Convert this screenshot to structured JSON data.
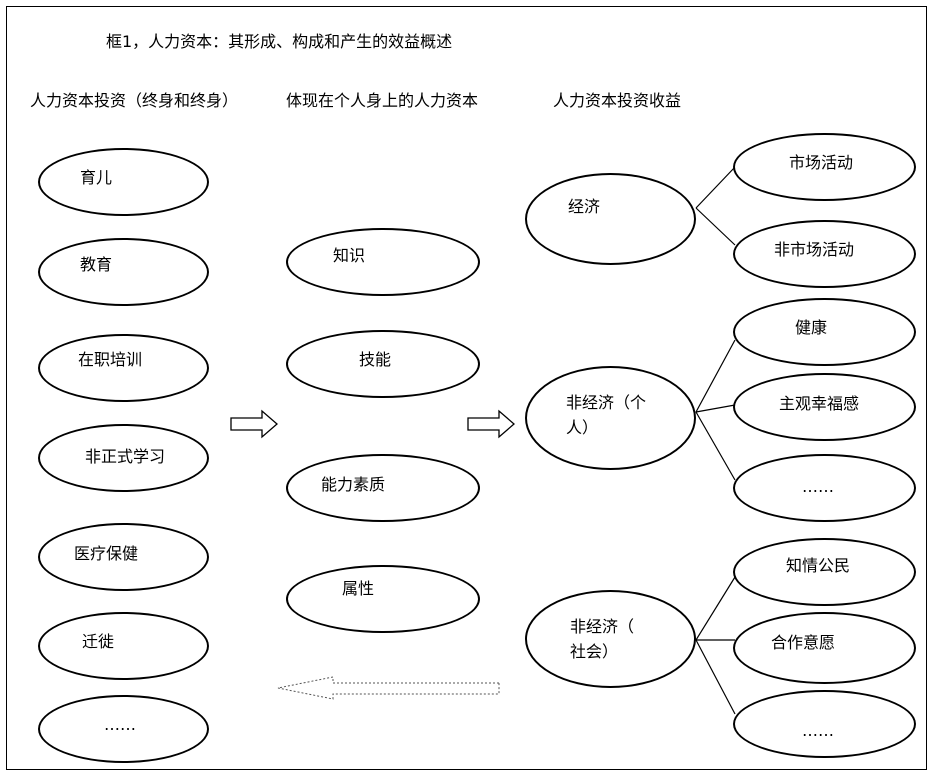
{
  "title": "框1，人力资本：其形成、构成和产生的效益概述",
  "columns": {
    "investment": "人力资本投资（终身和终身）",
    "embodied": "体现在个人身上的人力资本",
    "returns": "人力资本投资收益"
  },
  "investment_items": [
    "育儿",
    "教育",
    "在职培训",
    "非正式学习",
    "医疗保健",
    "迁徙",
    "……"
  ],
  "capital_items": [
    "知识",
    "技能",
    "能力素质",
    "属性"
  ],
  "returns": {
    "economic": {
      "label": "经济",
      "children": [
        "市场活动",
        "非市场活动"
      ]
    },
    "noneconomic_personal": {
      "label_line1": "非经济（个",
      "label_line2": "人）",
      "children": [
        "健康",
        "主观幸福感",
        "……"
      ]
    },
    "noneconomic_social": {
      "label_line1": "非经济（",
      "label_line2": "社会）",
      "children": [
        "知情公民",
        "合作意愿",
        "……"
      ]
    }
  }
}
